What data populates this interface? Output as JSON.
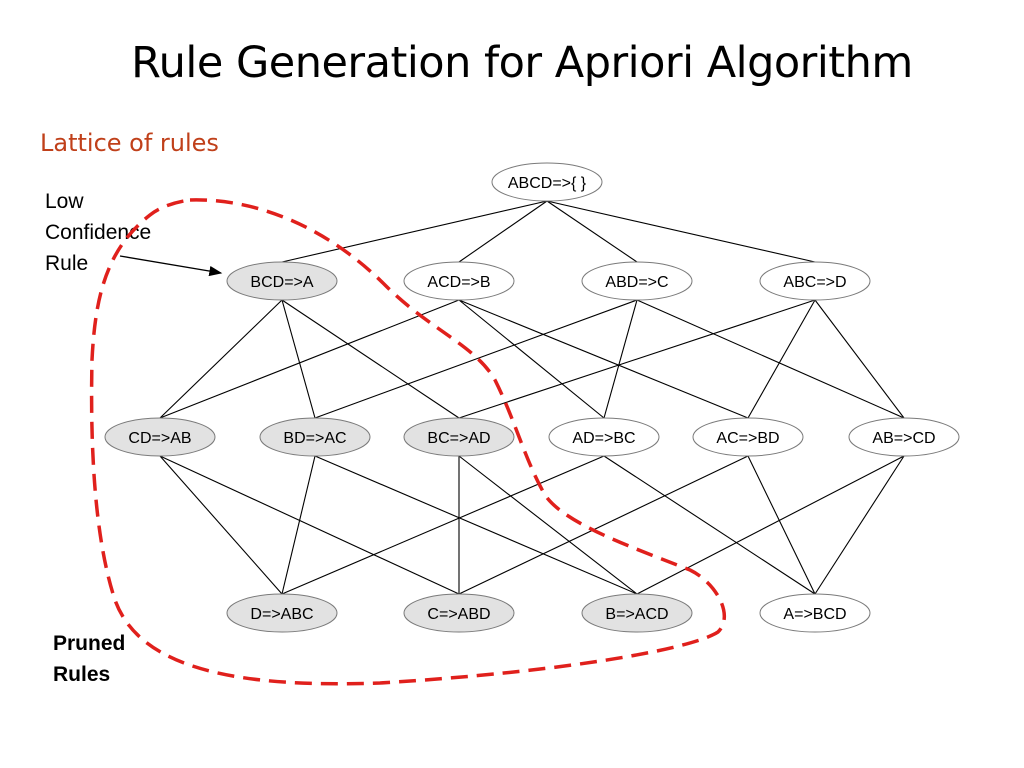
{
  "slide": {
    "title": "Rule Generation for Apriori Algorithm",
    "subtitle": "Lattice of rules",
    "low_confidence_label": [
      "Low",
      "Confidence",
      "Rule"
    ],
    "pruned_label": [
      "Pruned",
      "Rules"
    ]
  },
  "colors": {
    "pruned_fill": "#e2e2e2",
    "normal_fill": "#ffffff",
    "boundary": "#e0201c",
    "subtitle": "#c0401a"
  },
  "lattice": {
    "levels": [
      [
        {
          "id": "abcd",
          "label": "ABCD=>{ }",
          "pruned": false
        }
      ],
      [
        {
          "id": "bcd_a",
          "label": "BCD=>A",
          "pruned": true
        },
        {
          "id": "acd_b",
          "label": "ACD=>B",
          "pruned": false
        },
        {
          "id": "abd_c",
          "label": "ABD=>C",
          "pruned": false
        },
        {
          "id": "abc_d",
          "label": "ABC=>D",
          "pruned": false
        }
      ],
      [
        {
          "id": "cd_ab",
          "label": "CD=>AB",
          "pruned": true
        },
        {
          "id": "bd_ac",
          "label": "BD=>AC",
          "pruned": true
        },
        {
          "id": "bc_ad",
          "label": "BC=>AD",
          "pruned": true
        },
        {
          "id": "ad_bc",
          "label": "AD=>BC",
          "pruned": false
        },
        {
          "id": "ac_bd",
          "label": "AC=>BD",
          "pruned": false
        },
        {
          "id": "ab_cd",
          "label": "AB=>CD",
          "pruned": false
        }
      ],
      [
        {
          "id": "d_abc",
          "label": "D=>ABC",
          "pruned": true
        },
        {
          "id": "c_abd",
          "label": "C=>ABD",
          "pruned": true
        },
        {
          "id": "b_acd",
          "label": "B=>ACD",
          "pruned": true
        },
        {
          "id": "a_bcd",
          "label": "A=>BCD",
          "pruned": false
        }
      ]
    ],
    "edges": [
      [
        "abcd",
        "bcd_a"
      ],
      [
        "abcd",
        "acd_b"
      ],
      [
        "abcd",
        "abd_c"
      ],
      [
        "abcd",
        "abc_d"
      ],
      [
        "bcd_a",
        "cd_ab"
      ],
      [
        "bcd_a",
        "bd_ac"
      ],
      [
        "bcd_a",
        "bc_ad"
      ],
      [
        "acd_b",
        "cd_ab"
      ],
      [
        "acd_b",
        "ad_bc"
      ],
      [
        "acd_b",
        "ac_bd"
      ],
      [
        "abd_c",
        "bd_ac"
      ],
      [
        "abd_c",
        "ad_bc"
      ],
      [
        "abd_c",
        "ab_cd"
      ],
      [
        "abc_d",
        "bc_ad"
      ],
      [
        "abc_d",
        "ac_bd"
      ],
      [
        "abc_d",
        "ab_cd"
      ],
      [
        "cd_ab",
        "d_abc"
      ],
      [
        "cd_ab",
        "c_abd"
      ],
      [
        "bd_ac",
        "d_abc"
      ],
      [
        "bd_ac",
        "b_acd"
      ],
      [
        "bc_ad",
        "c_abd"
      ],
      [
        "bc_ad",
        "b_acd"
      ],
      [
        "ad_bc",
        "d_abc"
      ],
      [
        "ad_bc",
        "a_bcd"
      ],
      [
        "ac_bd",
        "c_abd"
      ],
      [
        "ac_bd",
        "a_bcd"
      ],
      [
        "ab_cd",
        "b_acd"
      ],
      [
        "ab_cd",
        "a_bcd"
      ]
    ]
  }
}
